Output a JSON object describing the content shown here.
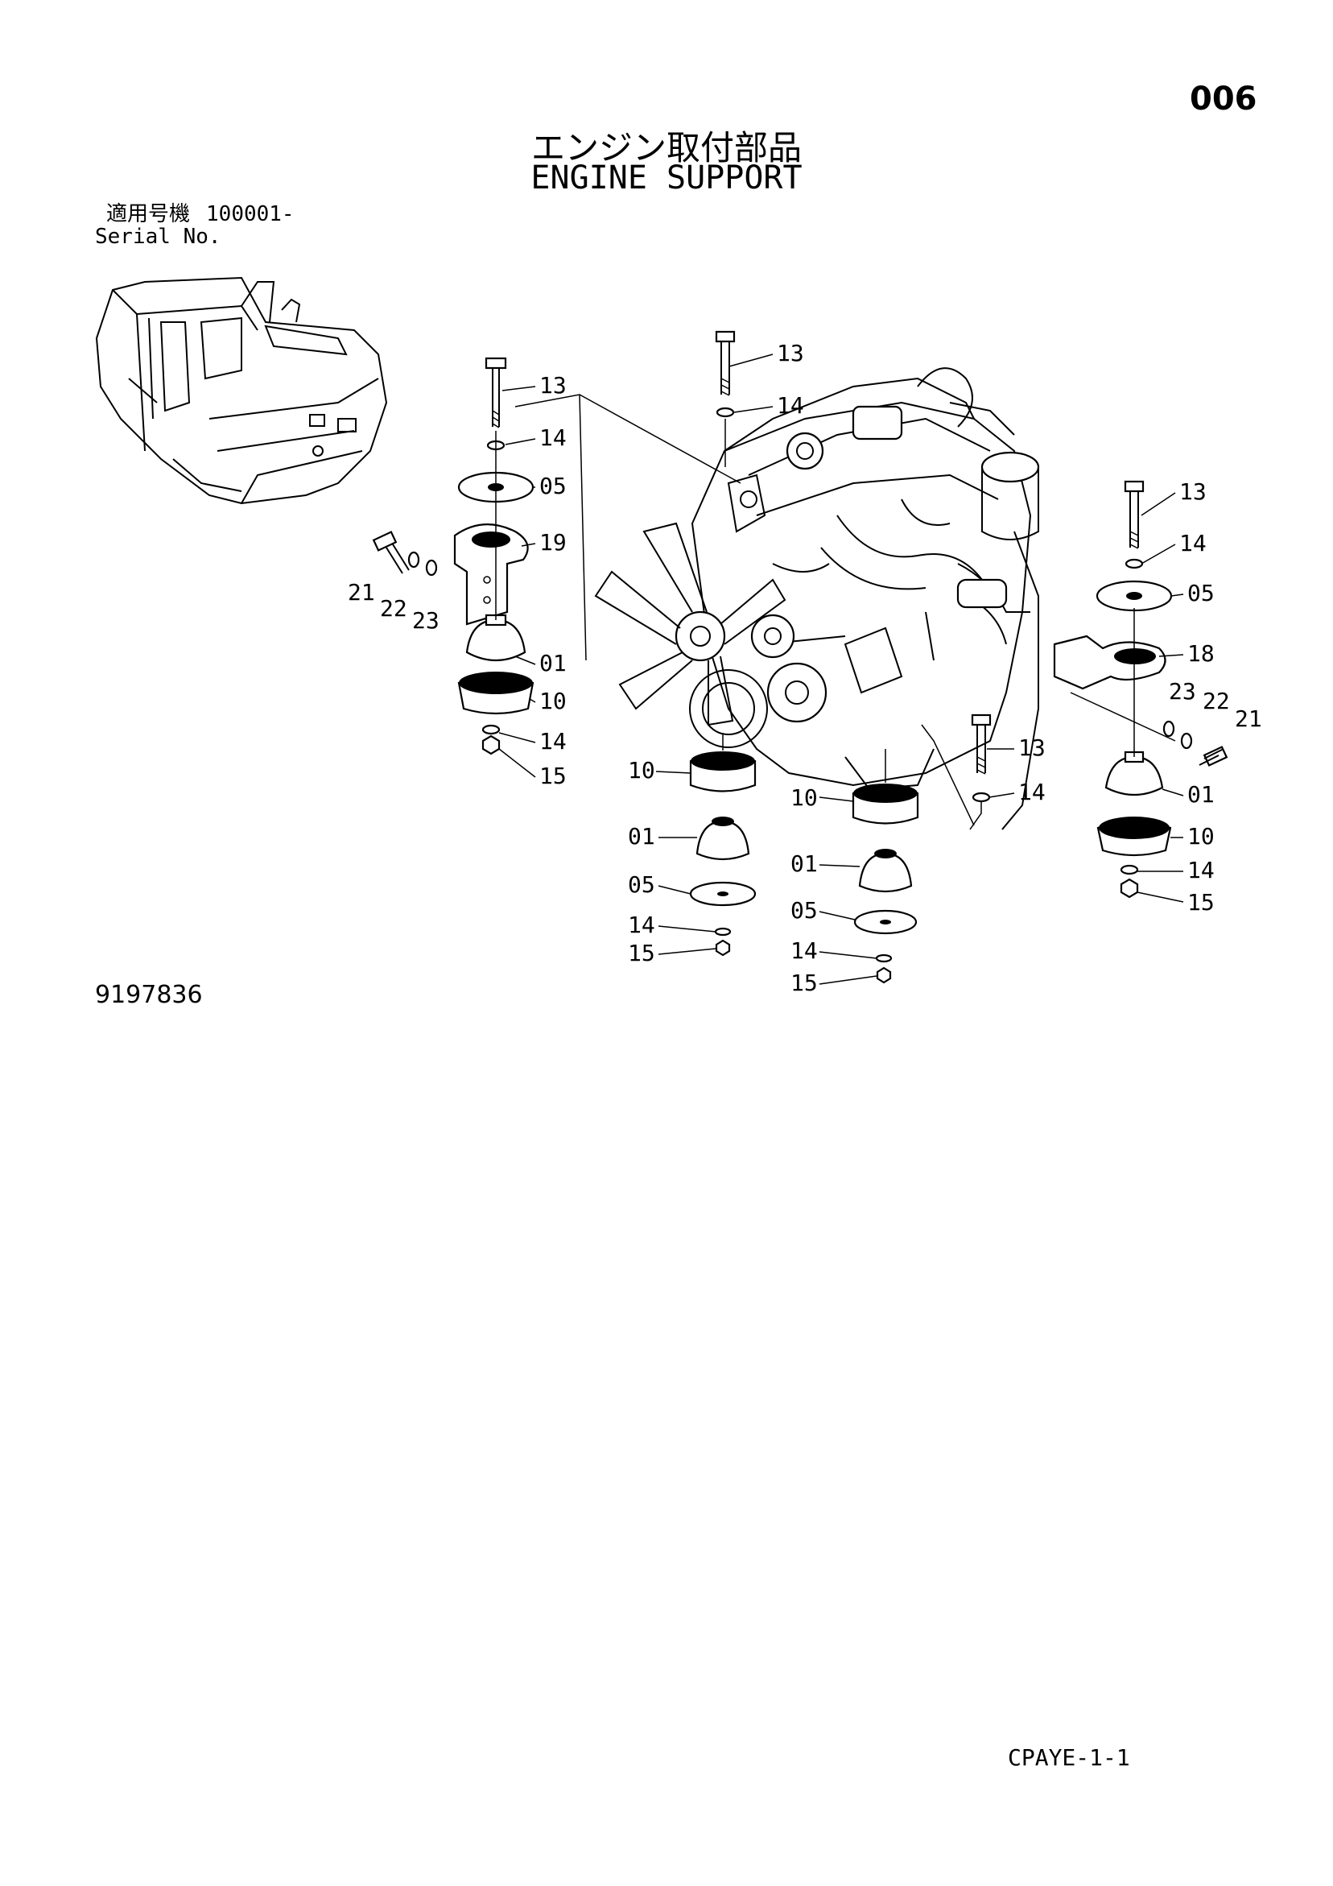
{
  "page": {
    "number": "006",
    "sheet_code": "CPAYE-1-1"
  },
  "title": {
    "japanese": "エンジン取付部品",
    "english": "ENGINE SUPPORT"
  },
  "serial": {
    "label_ja": "適用号機",
    "value": "100001-",
    "label_en": "Serial No."
  },
  "drawing_number": "9197836",
  "callouts": [
    "13",
    "14",
    "05",
    "19",
    "21",
    "22",
    "23",
    "01",
    "10",
    "14",
    "15",
    "13",
    "14",
    "13",
    "14",
    "05",
    "18",
    "23",
    "22",
    "21",
    "01",
    "10",
    "14",
    "15",
    "13",
    "14",
    "10",
    "01",
    "05",
    "14",
    "15",
    "10",
    "01",
    "05",
    "14",
    "15"
  ],
  "illustrations": {
    "excavator": "excavator-overview-sketch",
    "engine": "engine-assembly-sketch"
  }
}
